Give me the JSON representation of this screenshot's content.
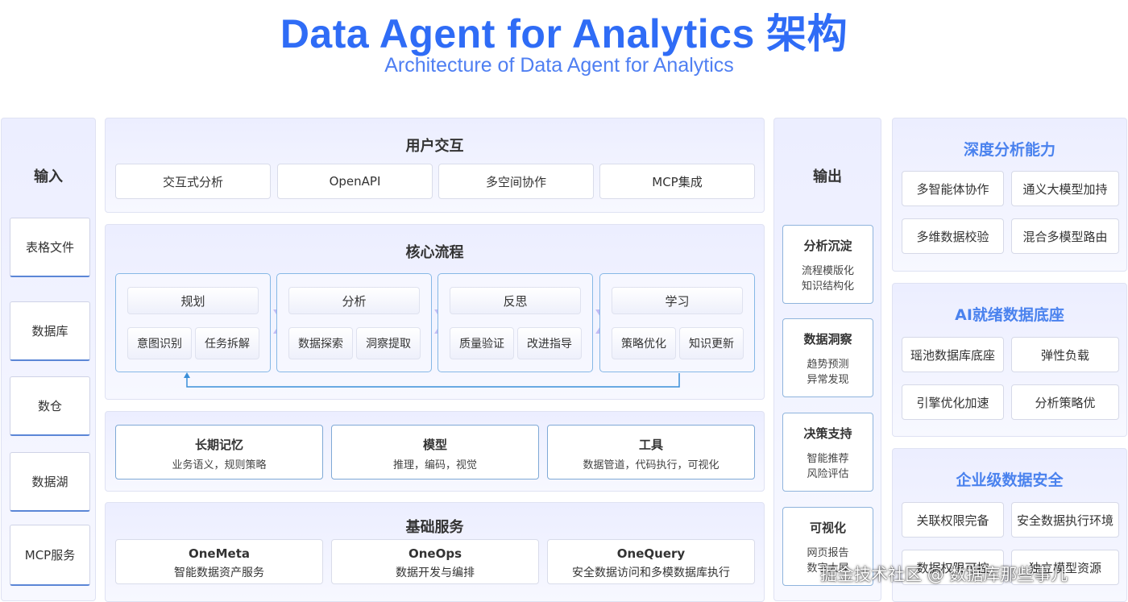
{
  "header": {
    "title": "Data Agent for Analytics 架构",
    "subtitle": "Architecture of Data Agent for Analytics"
  },
  "input": {
    "title": "输入",
    "items": [
      "表格文件",
      "数据库",
      "数仓",
      "数据湖",
      "MCP服务"
    ]
  },
  "user_interaction": {
    "title": "用户交互",
    "items": [
      "交互式分析",
      "OpenAPI",
      "多空间协作",
      "MCP集成"
    ]
  },
  "core_flow": {
    "title": "核心流程",
    "stages": [
      {
        "label": "规划",
        "subs": [
          "意图识别",
          "任务拆解"
        ]
      },
      {
        "label": "分析",
        "subs": [
          "数据探索",
          "洞察提取"
        ]
      },
      {
        "label": "反思",
        "subs": [
          "质量验证",
          "改进指导"
        ]
      },
      {
        "label": "学习",
        "subs": [
          "策略优化",
          "知识更新"
        ]
      }
    ]
  },
  "capabilities": [
    {
      "title": "长期记忆",
      "desc": "业务语义，规则策略"
    },
    {
      "title": "模型",
      "desc": "推理，编码，视觉"
    },
    {
      "title": "工具",
      "desc": "数据管道，代码执行，可视化"
    }
  ],
  "base_services": {
    "title": "基础服务",
    "items": [
      {
        "title": "OneMeta",
        "desc": "智能数据资产服务"
      },
      {
        "title": "OneOps",
        "desc": "数据开发与编排"
      },
      {
        "title": "OneQuery",
        "desc": "安全数据访问和多模数据库执行"
      }
    ]
  },
  "output": {
    "title": "输出",
    "items": [
      {
        "title": "分析沉淀",
        "lines": [
          "流程模版化",
          "知识结构化"
        ]
      },
      {
        "title": "数据洞察",
        "lines": [
          "趋势预测",
          "异常发现"
        ]
      },
      {
        "title": "决策支持",
        "lines": [
          "智能推荐",
          "风险评估"
        ]
      },
      {
        "title": "可视化",
        "lines": [
          "网页报告",
          "数字大屏"
        ]
      }
    ]
  },
  "right_panels": [
    {
      "title": "深度分析能力",
      "items": [
        "多智能体协作",
        "通义大模型加持",
        "多维数据校验",
        "混合多模型路由"
      ]
    },
    {
      "title": "AI就绪数据底座",
      "items": [
        "瑶池数据库底座",
        "弹性负载",
        "引擎优化加速",
        "分析策略优"
      ]
    },
    {
      "title": "企业级数据安全",
      "items": [
        "关联权限完备",
        "安全数据执行环境",
        "数据权限可控",
        "独立模型资源"
      ]
    }
  ],
  "watermark": "掘金技术社区 @ 数据库那些事儿",
  "colors": {
    "title": "#2f6cf6",
    "subtitle": "#4f7ff2",
    "right_heading": "#4a82ee",
    "stage_border": "#86b8e6",
    "feedback_line": "#3a8fd8"
  }
}
